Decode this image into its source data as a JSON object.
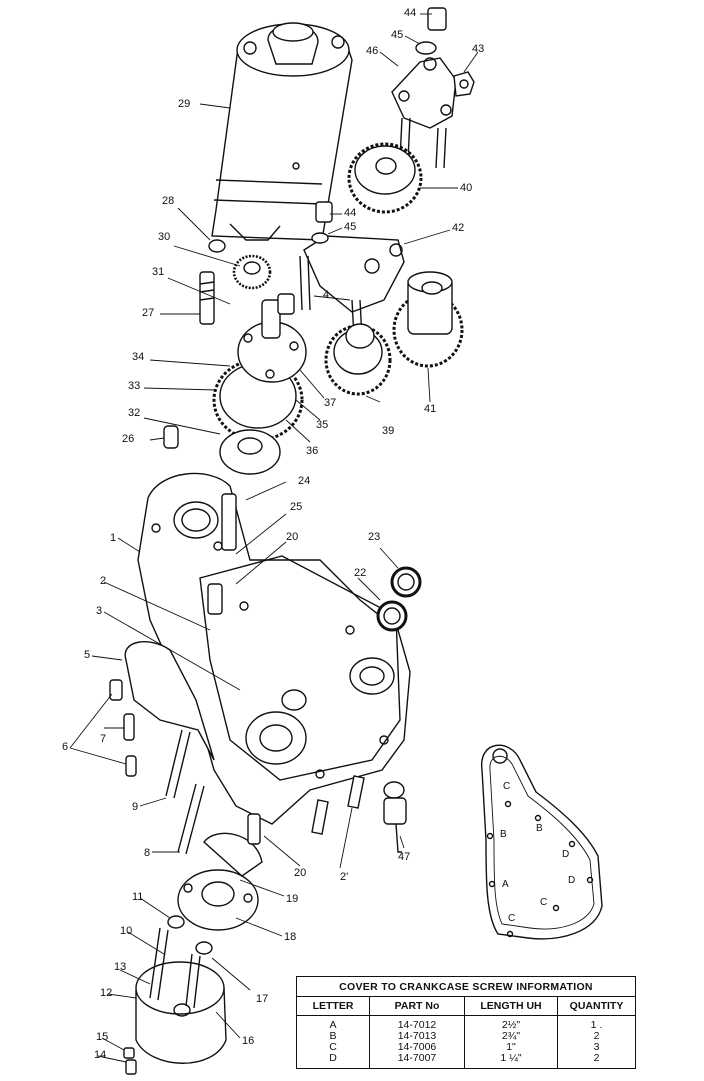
{
  "callouts": [
    {
      "id": "44a",
      "text": "44"
    },
    {
      "id": "45a",
      "text": "45"
    },
    {
      "id": "46",
      "text": "46"
    },
    {
      "id": "43",
      "text": "43"
    },
    {
      "id": "29",
      "text": "29"
    },
    {
      "id": "40",
      "text": "40"
    },
    {
      "id": "28",
      "text": "28"
    },
    {
      "id": "44b",
      "text": "44"
    },
    {
      "id": "45b",
      "text": "45"
    },
    {
      "id": "42",
      "text": "42"
    },
    {
      "id": "30",
      "text": "30"
    },
    {
      "id": "31",
      "text": "31"
    },
    {
      "id": "4",
      "text": "4"
    },
    {
      "id": "27",
      "text": "27"
    },
    {
      "id": "34",
      "text": "34"
    },
    {
      "id": "33",
      "text": "33"
    },
    {
      "id": "37",
      "text": "37"
    },
    {
      "id": "41",
      "text": "41"
    },
    {
      "id": "32",
      "text": "32"
    },
    {
      "id": "35",
      "text": "35"
    },
    {
      "id": "39",
      "text": "39"
    },
    {
      "id": "26",
      "text": "26"
    },
    {
      "id": "36",
      "text": "36"
    },
    {
      "id": "24",
      "text": "24"
    },
    {
      "id": "25",
      "text": "25"
    },
    {
      "id": "1",
      "text": "1"
    },
    {
      "id": "20a",
      "text": "20"
    },
    {
      "id": "23",
      "text": "23"
    },
    {
      "id": "2",
      "text": "2"
    },
    {
      "id": "22",
      "text": "22"
    },
    {
      "id": "3",
      "text": "3"
    },
    {
      "id": "5",
      "text": "5"
    },
    {
      "id": "7",
      "text": "7"
    },
    {
      "id": "6",
      "text": "6"
    },
    {
      "id": "9",
      "text": "9"
    },
    {
      "id": "8",
      "text": "8"
    },
    {
      "id": "20b",
      "text": "20"
    },
    {
      "id": "21",
      "text": "2'"
    },
    {
      "id": "47",
      "text": "47"
    },
    {
      "id": "19",
      "text": "19"
    },
    {
      "id": "11",
      "text": "11"
    },
    {
      "id": "18",
      "text": "18"
    },
    {
      "id": "10",
      "text": "10"
    },
    {
      "id": "17",
      "text": "17"
    },
    {
      "id": "13",
      "text": "13"
    },
    {
      "id": "12",
      "text": "12"
    },
    {
      "id": "16",
      "text": "16"
    },
    {
      "id": "15",
      "text": "15"
    },
    {
      "id": "14",
      "text": "14"
    }
  ],
  "gasket_letters": [
    {
      "id": "g1",
      "text": "C"
    },
    {
      "id": "g2",
      "text": "B"
    },
    {
      "id": "g3",
      "text": "B"
    },
    {
      "id": "g4",
      "text": "D"
    },
    {
      "id": "g5",
      "text": "A"
    },
    {
      "id": "g6",
      "text": "D"
    },
    {
      "id": "g7",
      "text": "C"
    },
    {
      "id": "g8",
      "text": "C"
    }
  ],
  "screw_table": {
    "title": "COVER TO CRANKCASE SCREW INFORMATION",
    "headers": [
      "LETTER",
      "PART No",
      "LENGTH UH",
      "QUANTITY"
    ],
    "rows": [
      [
        "A",
        "14-7012",
        "2½\"",
        "1 ."
      ],
      [
        "B",
        "14-7013",
        "2¾\"",
        "2"
      ],
      [
        "C",
        "14-7006",
        "1\"",
        "3"
      ],
      [
        "D",
        "14-7007",
        "1 ¼\"",
        "2"
      ]
    ]
  }
}
